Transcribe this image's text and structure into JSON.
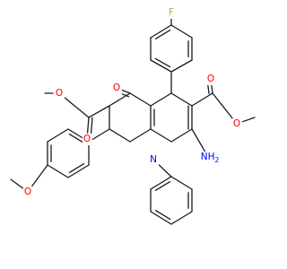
{
  "molecule": {
    "atoms": {
      "F": "F",
      "O_ketone": "O",
      "O_ester_left_carbonyl": "O",
      "O_ester_left_ether": "O",
      "O_ester_right_carbonyl": "O",
      "O_ester_right_ether": "O",
      "O_methoxy": "O",
      "N_ring": "N",
      "NH2": "NH",
      "NH2_sub": "2"
    },
    "colors": {
      "carbon_bond": "#1a1a1a",
      "oxygen": "#ff0000",
      "nitrogen": "#0000ff",
      "fluorine": "#90c050"
    }
  }
}
